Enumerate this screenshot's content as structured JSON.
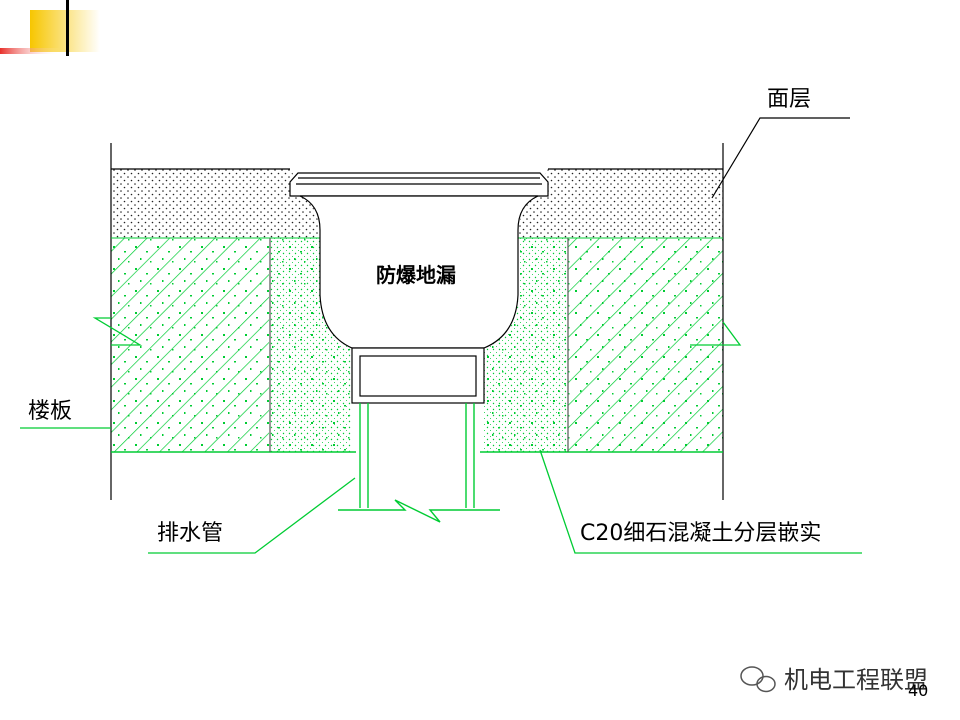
{
  "labels": {
    "surface_layer": "面层",
    "floor_drain": "防爆地漏",
    "floor_slab": "楼板",
    "drain_pipe": "排水管",
    "concrete_fill": "C20细石混凝土分层嵌实"
  },
  "footer": {
    "watermark": "机电工程联盟",
    "page_number": "40"
  },
  "colors": {
    "accent_red": "#e8302a",
    "accent_yellow": "#f7c600",
    "concrete_green": "#00cc33",
    "line": "#000000"
  }
}
